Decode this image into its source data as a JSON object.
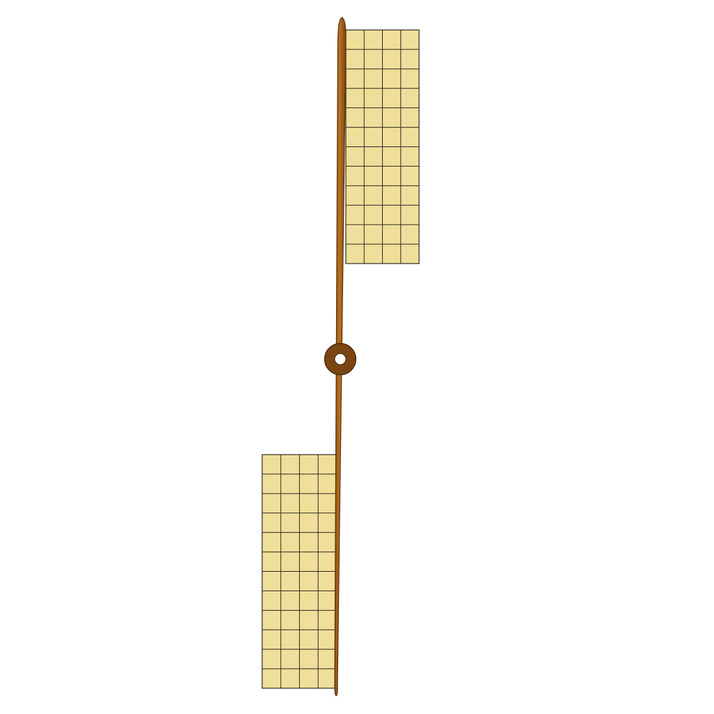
{
  "colors": {
    "background": "#ffffff",
    "rod_fill": "#a8621a",
    "rod_outline": "#5a3210",
    "hub_fill": "#7a4414",
    "hub_hole": "#ffffff",
    "panel_fill": "#f0df9a",
    "panel_grid": "#2e2a1e"
  },
  "figure": {
    "upper_panel": {
      "grid_columns": 4,
      "grid_rows": 12
    },
    "lower_panel": {
      "grid_columns": 4,
      "grid_rows": 12
    }
  }
}
